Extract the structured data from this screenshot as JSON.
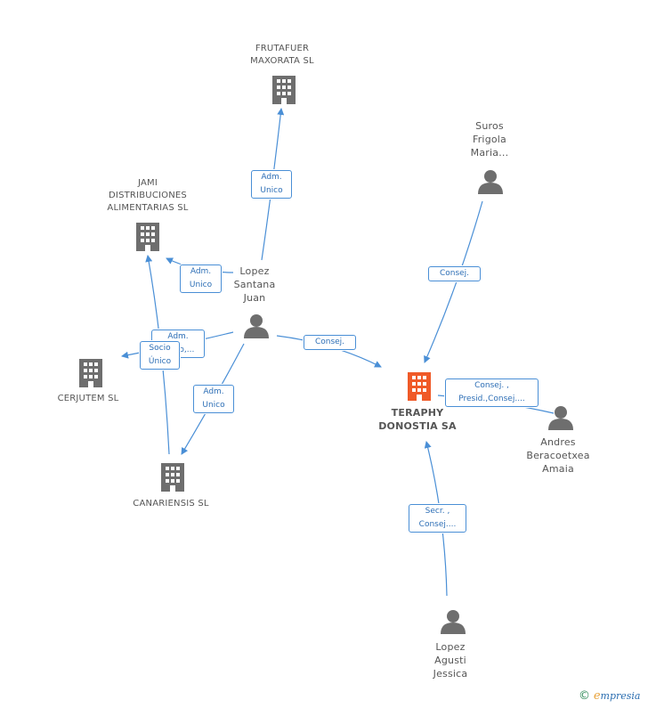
{
  "nodes": {
    "frutafuer": {
      "lines": [
        "FRUTAFUER",
        "MAXORATA SL"
      ],
      "icon": "building-icon"
    },
    "jami": {
      "lines": [
        "JAMI",
        "DISTRIBUCIONES",
        "ALIMENTARIAS SL"
      ],
      "icon": "building-icon"
    },
    "cerjutem": {
      "lines": [
        "CERJUTEM SL"
      ],
      "icon": "building-icon"
    },
    "canariensis": {
      "lines": [
        "CANARIENSIS SL"
      ],
      "icon": "building-icon"
    },
    "teraphy": {
      "lines": [
        "TERAPHY",
        "DONOSTIA SA"
      ],
      "icon": "building-icon"
    },
    "lopez_santana": {
      "lines": [
        "Lopez",
        "Santana",
        "Juan"
      ],
      "icon": "person-icon"
    },
    "suros": {
      "lines": [
        "Suros",
        "Frigola",
        "Maria..."
      ],
      "icon": "person-icon"
    },
    "andres": {
      "lines": [
        "Andres",
        "Beracoetxea",
        "Amaia"
      ],
      "icon": "person-icon"
    },
    "lopez_agusti": {
      "lines": [
        "Lopez",
        "Agusti",
        "Jessica"
      ],
      "icon": "person-icon"
    }
  },
  "edges": {
    "adm_frutafuer": [
      "Adm.",
      "Unico"
    ],
    "adm_jami": [
      "Adm.",
      "Unico"
    ],
    "adm_cerjutem": [
      "Adm.",
      "Unico,..."
    ],
    "socio_unico": [
      "Socio",
      "Único"
    ],
    "adm_canariensis": [
      "Adm.",
      "Unico"
    ],
    "consej_teraphy": [
      "Consej."
    ],
    "consej_suros": [
      "Consej."
    ],
    "consej_andres": [
      "Consej. ,",
      "Presid.,Consej...."
    ],
    "secr_lopez": [
      "Secr. ,",
      "Consej...."
    ]
  },
  "colors": {
    "edge": "#4a8fd6",
    "node": "#6e6e6e",
    "highlight": "#f05a28",
    "label_text": "#2e6fb6"
  },
  "footer": {
    "copyright": "©",
    "brand_e": "e",
    "brand_rest": "mpresia"
  }
}
